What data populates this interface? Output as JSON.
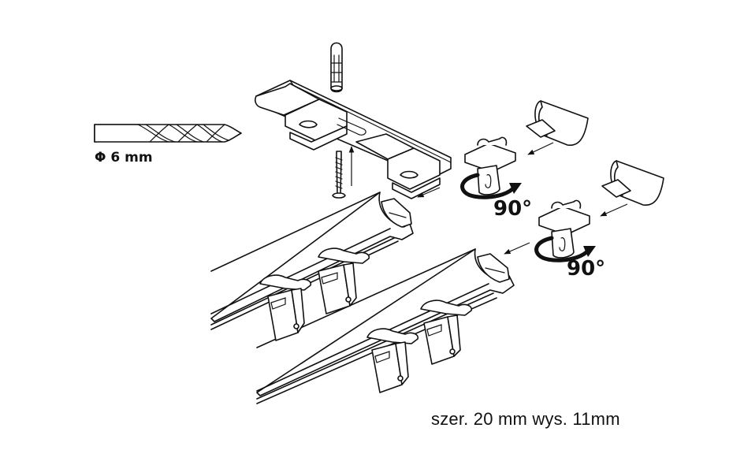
{
  "diagram": {
    "type": "assembly-instructions",
    "subject": "ceiling curtain rail (double track) installation",
    "colors": {
      "line": "#111111",
      "background": "#ffffff"
    },
    "drill": {
      "icon": "drill-bit-icon",
      "label": "Φ 6 mm"
    },
    "rotation_steps": [
      {
        "icon": "rotate-arrow-icon",
        "label": "90°"
      },
      {
        "icon": "rotate-arrow-icon",
        "label": "90°"
      }
    ],
    "parts": [
      {
        "name": "wall-plug"
      },
      {
        "name": "screw"
      },
      {
        "name": "mounting-bracket"
      },
      {
        "name": "rail-upper"
      },
      {
        "name": "rail-lower"
      },
      {
        "name": "end-cap"
      },
      {
        "name": "ceiling-clip"
      },
      {
        "name": "curtain-hook-clip"
      }
    ],
    "dimensions": "szer. 20 mm wys. 11mm"
  }
}
